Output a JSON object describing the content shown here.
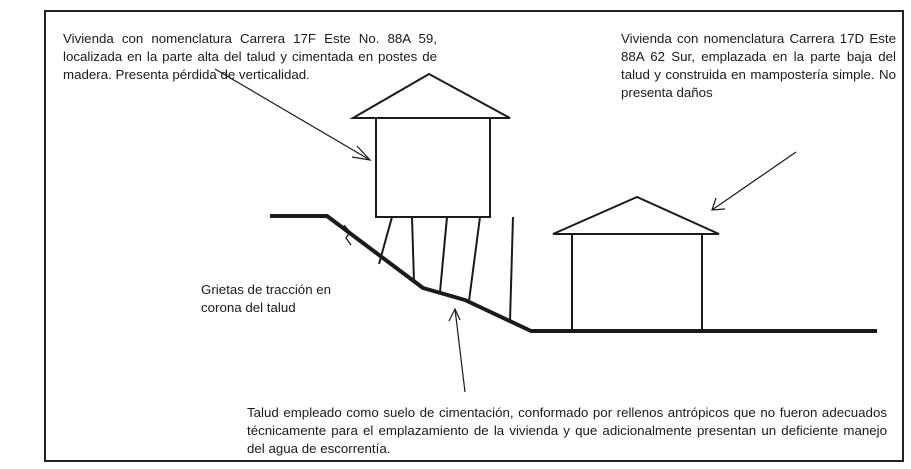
{
  "annotations": {
    "house_upper": "Vivienda con nomenclatura Carrera 17F Este No. 88A 59, localizada en la parte alta del talud y cimentada en postes de madera. Presenta pérdida de verticalidad.",
    "house_lower": "Vivienda con nomenclatura Carrera 17D Este 88A 62 Sur, emplazada en la parte baja del talud y construida en mampostería simple. No presenta daños",
    "cracks": "Grietas de tracción en corona del talud",
    "slope": "Talud empleado como suelo de cimentación, conformado por rellenos antrópicos que no fueron adecuados técnicamente para el emplazamiento de la vivienda y que adicionalmente presentan un deficiente manejo del agua de escorrentía."
  },
  "colors": {
    "line": "#1a1a1a",
    "background": "#ffffff"
  }
}
